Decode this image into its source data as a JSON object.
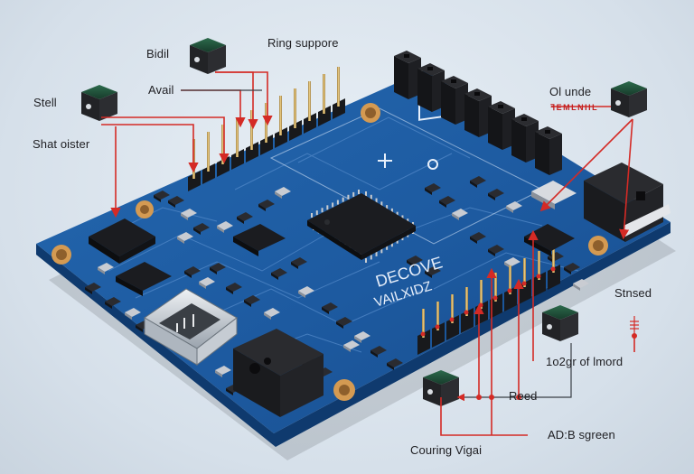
{
  "diagram": {
    "board_text_line1": "DECOVE",
    "board_text_line2": "VAILXIDZ",
    "callouts": [
      {
        "id": "bidil",
        "text": "Bidil"
      },
      {
        "id": "ring-suppore",
        "text": "Ring suppore"
      },
      {
        "id": "avail",
        "text": "Avail"
      },
      {
        "id": "stell",
        "text": "Stell"
      },
      {
        "id": "shat-oister",
        "text": "Shat oister"
      },
      {
        "id": "ol-unde",
        "text": "Ol unde"
      },
      {
        "id": "stnsed",
        "text": "Stnsed"
      },
      {
        "id": "lo2gr-of-lmord",
        "text": "1o2gr of lmord"
      },
      {
        "id": "reed",
        "text": "Reed"
      },
      {
        "id": "ad-b-sgreen",
        "text": "AD:B sgreen"
      },
      {
        "id": "couring-vigai",
        "text": "Couring Vigai"
      }
    ],
    "small_marking": "ꟻEMLNIIL",
    "colors": {
      "board": "#1d5aa0",
      "board_edge": "#0f3a6e",
      "leader": "#d42a25",
      "gold": "#d49a52",
      "module_cap": "#1f4a36",
      "component": "#1b1c20"
    }
  }
}
